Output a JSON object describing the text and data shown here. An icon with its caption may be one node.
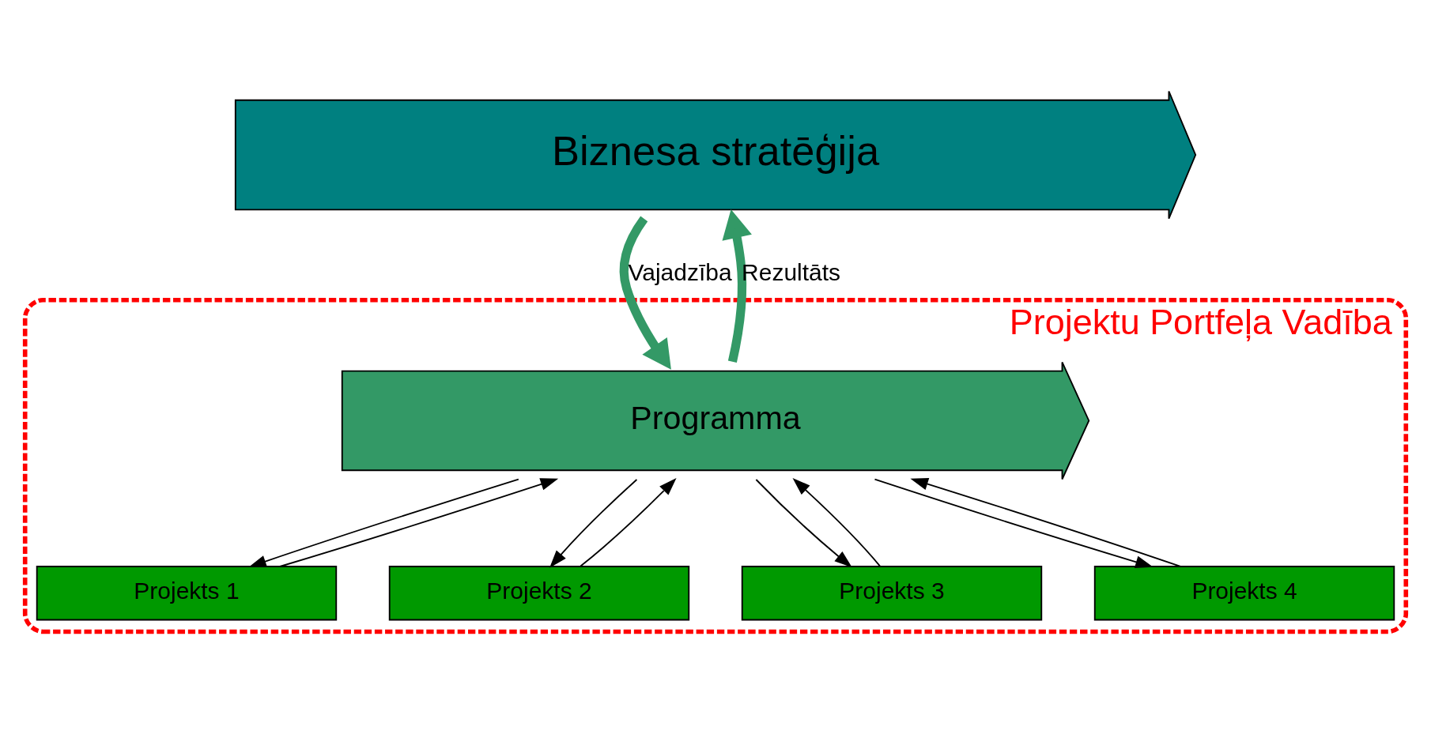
{
  "diagram": {
    "nodes": [
      {
        "text": [
          "Biznesa stratēģija"
        ]
      },
      {
        "text": [
          "Projektu Portfeļa Vadība"
        ]
      },
      {
        "text": [
          "Programma"
        ],
        "in": 1
      },
      {
        "text": [
          "Projekts 1"
        ],
        "in": 1
      },
      {
        "text": [
          "Projekts 2"
        ],
        "in": 1
      },
      {
        "text": [
          "Projekts 3"
        ],
        "in": 1
      },
      {
        "text": [
          "Projekts 4"
        ],
        "in": 1
      }
    ],
    "edges": [
      {
        "from": 0,
        "to": 2,
        "arrow": "to",
        "label": "Vajadzība",
        "style": "thick",
        "color": "#339966"
      },
      {
        "from": 2,
        "to": 0,
        "arrow": "to",
        "label": "Rezultāts",
        "style": "thick",
        "color": "#339966"
      },
      {
        "from": 2,
        "to": 3,
        "arrow": "to"
      },
      {
        "from": 3,
        "to": 2,
        "arrow": "to"
      },
      {
        "from": 2,
        "to": 4,
        "arrow": "to"
      },
      {
        "from": 4,
        "to": 2,
        "arrow": "to"
      },
      {
        "from": 2,
        "to": 5,
        "arrow": "to"
      },
      {
        "from": 5,
        "to": 2,
        "arrow": "to"
      },
      {
        "from": 2,
        "to": 6,
        "arrow": "to"
      },
      {
        "from": 6,
        "to": 2,
        "arrow": "to"
      }
    ]
  }
}
